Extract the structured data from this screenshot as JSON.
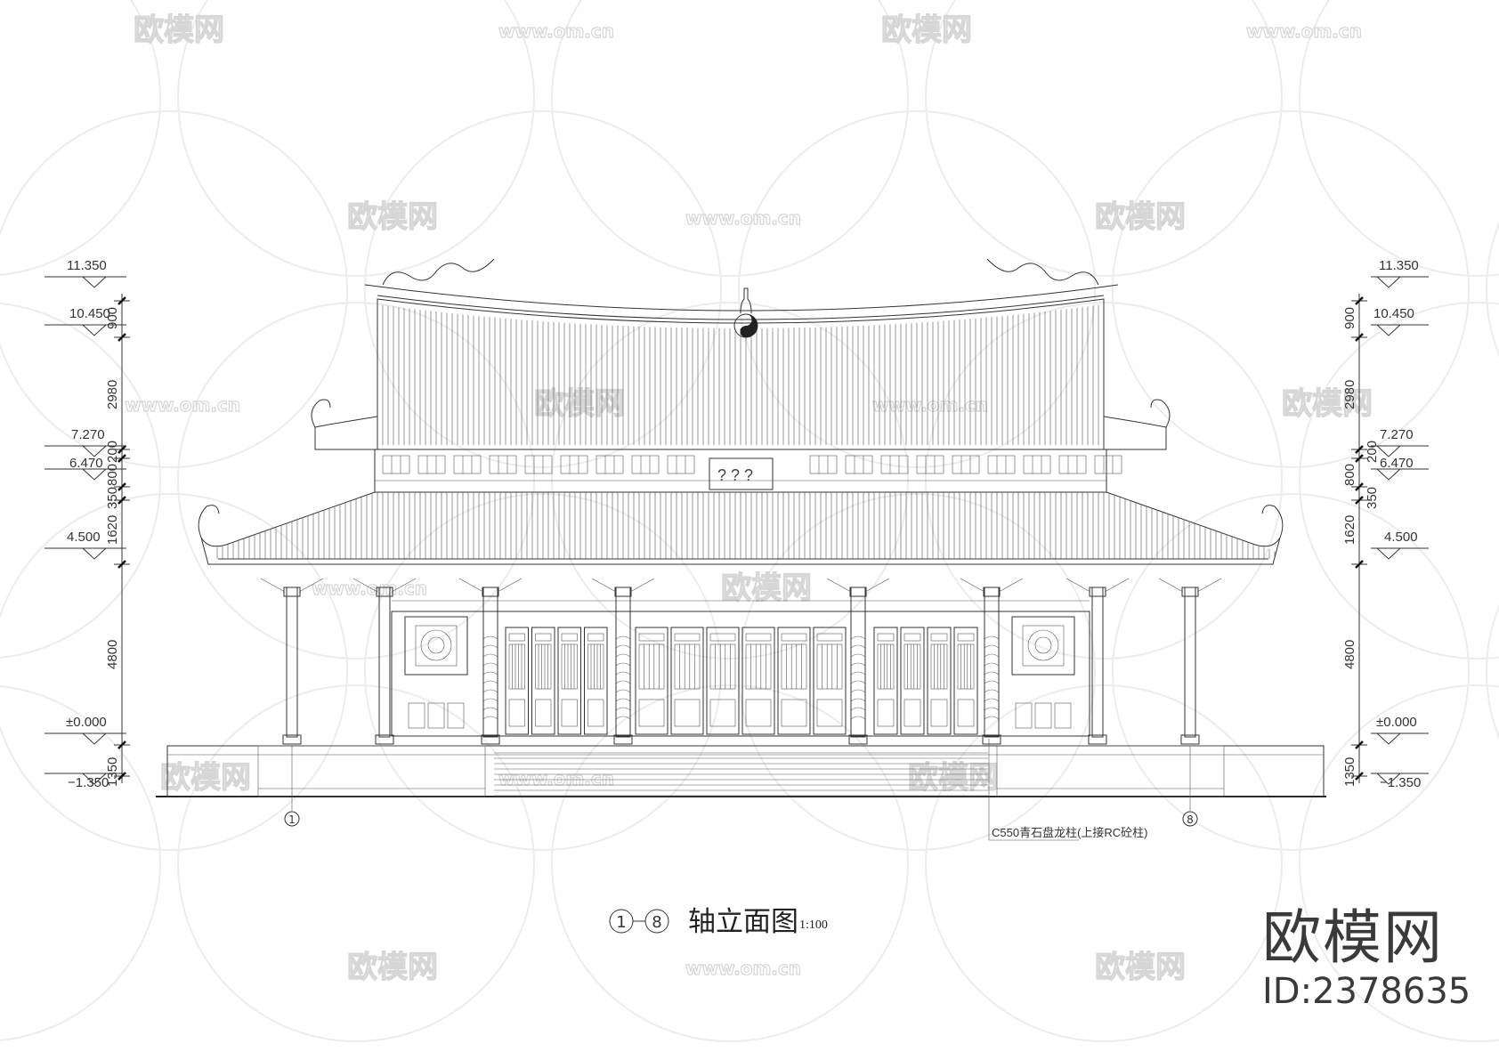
{
  "title": {
    "axis_from": "1",
    "axis_to": "8",
    "name": "轴立面图",
    "scale": "1:100"
  },
  "levels": [
    "11.350",
    "10.450",
    "7.270",
    "6.470",
    "4.500",
    "±0.000",
    "−1.350"
  ],
  "dimensions": [
    "900",
    "2980",
    "200",
    "800",
    "350",
    "1620",
    "4800",
    "1350"
  ],
  "plaque_text": "? ? ?",
  "axis_markers": [
    "1",
    "8"
  ],
  "note": "C550青石盘龙柱(上接RC砼柱)",
  "logo": {
    "brand": "欧模网",
    "id": "ID:2378635"
  },
  "watermark": {
    "brand": "欧模网",
    "url": "www.om.cn"
  }
}
